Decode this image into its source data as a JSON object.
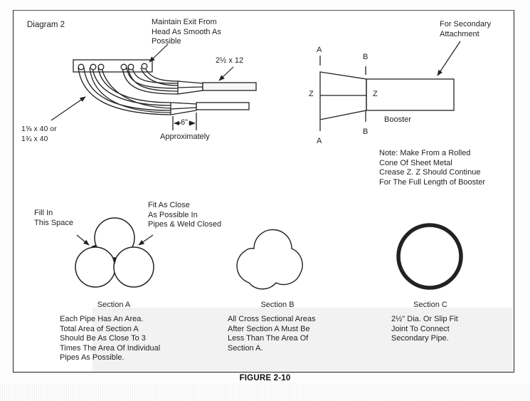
{
  "diagram": {
    "title": "Diagram 2",
    "figure_caption": "FIGURE 2-10",
    "header_callouts": {
      "exit_note": "Maintain Exit From\nHead As Smooth As\nPossible",
      "secondary_pipe": "2½ x 12",
      "primary_pipes": "1⅝ x 40 or\n1¾ x 40",
      "overlap_dimension": "6\"",
      "overlap_note": "Approximately"
    },
    "booster": {
      "secondary_attachment_note": "For Secondary\nAttachment",
      "section_a_label": "A",
      "section_b_label": "B",
      "crease_label": "Z",
      "name": "Booster",
      "note": "Note: Make From a Rolled\nCone Of Sheet Metal\nCrease Z. Z Should Continue\nFor The Full Length of Booster"
    },
    "sections": [
      {
        "name": "Section A",
        "callout_left": "Fill In\nThis Space",
        "callout_right": "Fit As Close\nAs Possible In\nPipes & Weld Closed",
        "description": "Each Pipe Has An Area.\nTotal Area of Section A\nShould Be As Close To 3\nTimes The Area Of Individual\nPipes As Possible."
      },
      {
        "name": "Section B",
        "description": "All Cross Sectional Areas\nAfter Section A Must Be\nLess Than The Area Of\nSection A."
      },
      {
        "name": "Section C",
        "description": "2½\" Dia. Or Slip Fit\nJoint To Connect\nSecondary Pipe."
      }
    ]
  }
}
